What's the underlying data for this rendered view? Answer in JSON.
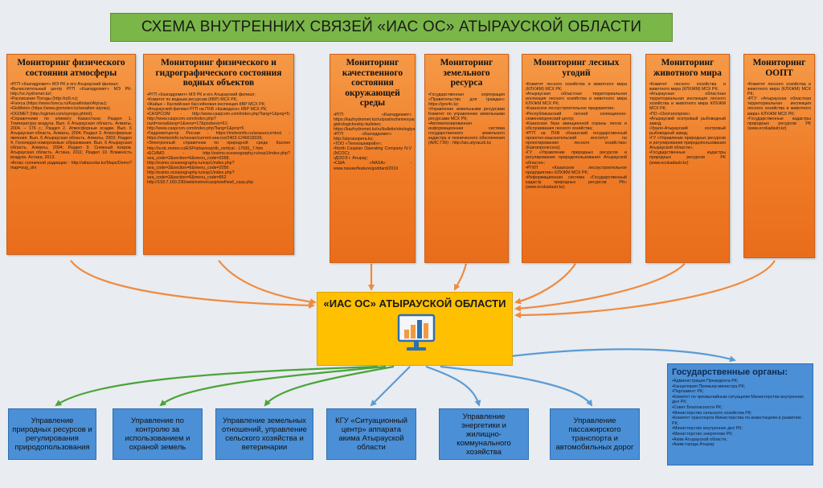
{
  "title": "СХЕМА ВНУТРЕННИХ СВЯЗЕЙ «ИАС ОС» АТЫРАУСКОЙ ОБЛАСТИ",
  "sources": [
    {
      "title": "Мониторинг физического состояния атмосферы",
      "items": [
        "•РГП «Казгидромет» МЭ РК и его Атырауский филиал;",
        "•Вычислительный центр РГП «Казгидромет» МЭ РК-http://vc.hydromet.kz/;",
        "•Расписание Погоды (http://rp5.ru);",
        "•Foreca (https://www.foreca.ru/Kazakhstan/Atyrau);",
        "•GisMeteo (https://www.gismeteo.kz/weather-atyrau);",
        "•OGIMET (http://ogimet.com/synops.phtml);",
        "•Справочники по климату Казахстана: Раздел 1. Температура воздуха. Вып. 6 Атырауская область. Алматы, 2004. – 176 с.; Раздел 2. Атмосферные осадки. Вып. 6 Атырауская область. Алматы, 2004; Раздел 3. Атмосферные явления. Вып. 6 Атырауская область. Алматы, 2003; Раздел 4. Гололедно-изморозевые образования. Вып. 6 Атырауская область. Алматы, 2004; Раздел 9. Снежный покров. Атырауская область. Астана, 2011; Раздел 10. Влажность воздуха. Астана, 2013.",
        "•Атлас солнечной радиации - http://atlassolar.kz/Maps/Demo?map=avg_dni"
      ]
    },
    {
      "title": "Мониторинг физического и гидрографического состояния водных объектов",
      "items": [
        "•РГП «Казгидромет» МЭ РК и его Атырауский филиал;",
        "•Комитет по водным ресурсам (КВР) МСХ РК;",
        "•Жайык – Каспийская бассейновая инспекция КВР МСХ РК;",
        "•Атырауский филиал РГП на ПХВ «Казводхоз» КВР МСХ РК;",
        "•CASPCOM - http://www.caspcom.com/index.php?lang=1&proj=5; http://www.caspcom.com/index.php?razd=sess&lang=1&sess=17&podsess=61;",
        "http://www.caspcom.com/index.php?lang=1&proj=5",
        "•Гидрометцентр России - https://meteoinfo.ru/seasurcurntost - https://meteoinfo.ru/ocean/current-sea-ice/2403-1246618336;",
        "•Электронный справочник по природной среде Каспия http://ocdc.meteo.ru/ESP/atlas/esp/db_vertical - 17681_7.htm",
        "•ЕСИМО - http://esimo.oceanography.ru/esp1/index.php?sea_code=2&section=6&menu_code=2058;",
        "http://esimo.oceanography.ru/esp1/index.php?sea_code=2&section=6&menu_code=2056",
        "http://esimo.oceanography.ru/esp1/index.php?sea_code=2&section=6&menu_code=852",
        "http://193.7.160.230/web/esimo/casp/wwf/wwf_casp.php"
      ]
    },
    {
      "title": "Мониторинг качественного состояния окружающей среды",
      "items": [
        "•РГП «Казгидромет» https://kazhydromet.kz/ru/post/ezhemesyachnyy-gidrologicheskiy-bulleten;",
        "https://kazhydromet.kz/ru/bulletin/ekologiya",
        "•РГП «Казгидромет» - http://atyrauopera.kz;",
        "•ТОО «Тенгизшевройл»;",
        "•North Caspian Operating Company N.V (NCOC);",
        "•ДООЭ г. Атырау;",
        "•США «NASA» - www.nasaw/feature/goddard/2019"
      ]
    },
    {
      "title": "Мониторинг земельного ресурса",
      "items": [
        "•Государственная корпорация «Правительство для граждан» https://gov4c.kz;",
        "•Управление земельными ресурсами Комитет по управлению земельными ресурсами МСХ РК;",
        "•Автоматизированная информационная система государственного земельного кадастра и технического обеспечения (АИС ГЗК) - http://ais.atyrauzk.kz"
      ]
    },
    {
      "title": "Мониторинг лесных угодий",
      "items": [
        "•Комитет лесного хозяйства и животного мира (КЛХЖМ) МСХ РК;",
        "•Атырауская областная территориальная инспекция лесного хозяйства и животного мира КЛХЖМ МСХ РК;",
        "•Казахское лесоустроительное предприятие;",
        "•Республиканский лесной селекционно-семеноводческий центр;",
        "•Казахская база авиационной охраны лесов и обслуживания лесного хозяйства;",
        "•РГП на ПХВ «Казахский государственный проектно-изыскательский институт по проектированию лесного хозяйства» (Казгипролесхоз);",
        "•ГУ «Управление природных ресурсов и регулирования природопользования Атырауской области»;",
        "•РГКП «Казахское лесоустроительное предприятие» КЛХЖМ МСХ РК;",
        "•Информационная система «Государственный кадастр природных ресурсов РК» (www.ecokadastr.kz)"
      ]
    },
    {
      "title": "Мониторинг животного мира",
      "items": [
        "•Комитет лесного хозяйства и животного мира (КЛХЖМ) МСХ РК;",
        "•Атырауская областная территориальная инспекция лесного хозяйства и животного мира КЛХЖМ МСХ РК;",
        "•ПО «Охотзоопром»;",
        "•Атырауский осетровый рыбоводный завод;",
        "•Урало-Атырауский осетровый рыбоводный завод;",
        "•ГУ «Управление природных ресурсов и регулирования природопользования Атырауской области»;",
        "•Государственные кадастры природных ресурсов РК (www.ecokadastr.kz)"
      ]
    },
    {
      "title": "Мониторинг ООПТ",
      "items": [
        "•Комитет лесного хозяйства и животного мира (КЛХЖМ) МСХ РК;",
        "•РГУ «Атырауская областная территориальная инспекция лесного хозяйства и животного мира» КЛХЖМ МСХ РК;",
        "•Государственные кадастры природных ресурсов РК (www.ecokadastr.kz)"
      ]
    }
  ],
  "hub": {
    "title": "«ИАС ОС» АТЫРАУСКОЙ ОБЛАСТИ",
    "icon": "analytics-monitor-icon"
  },
  "consumers": [
    "Управление природных ресурсов и регулирования природопользования",
    "Управление по контролю за использованием и охраной земель",
    "Управление земельных отношений, управление сельского хозяйства и ветеринарии",
    "КГУ «Ситуационный центр» аппарата акима Атырауской области",
    "Управление энергетики и жилищно-коммунального хозяйства",
    "Управление пассажирского транспорта и автомобильных дорог"
  ],
  "government": {
    "title": "Государственные органы:",
    "items": [
      "•Администрация Президента РК;",
      "•Канцелярия Премьер-министра РК;",
      "•Парламент РК;",
      "•Комитет по чрезвычайным ситуациям Министерства внутренних дел РК;",
      "•Совет Безопасности РК;",
      "•Министерство сельского хозяйства РК;",
      "•Комитет транспорта Министерства по инвестициям и развитию РК;",
      "•Министерство внутренних дел РК;",
      "•Министерство энергетики РК;",
      "•Аким Атырауской области;",
      "•Аким города Атырау"
    ]
  },
  "colors": {
    "title_bg": "#7ab648",
    "source_bg": "#ef7b26",
    "hub_bg": "#ffc000",
    "consumer_bg": "#4b8fd6",
    "arrow_in": "#f08a3e",
    "arrow_green": "#4ba33a",
    "arrow_blue": "#5b9bd5"
  }
}
